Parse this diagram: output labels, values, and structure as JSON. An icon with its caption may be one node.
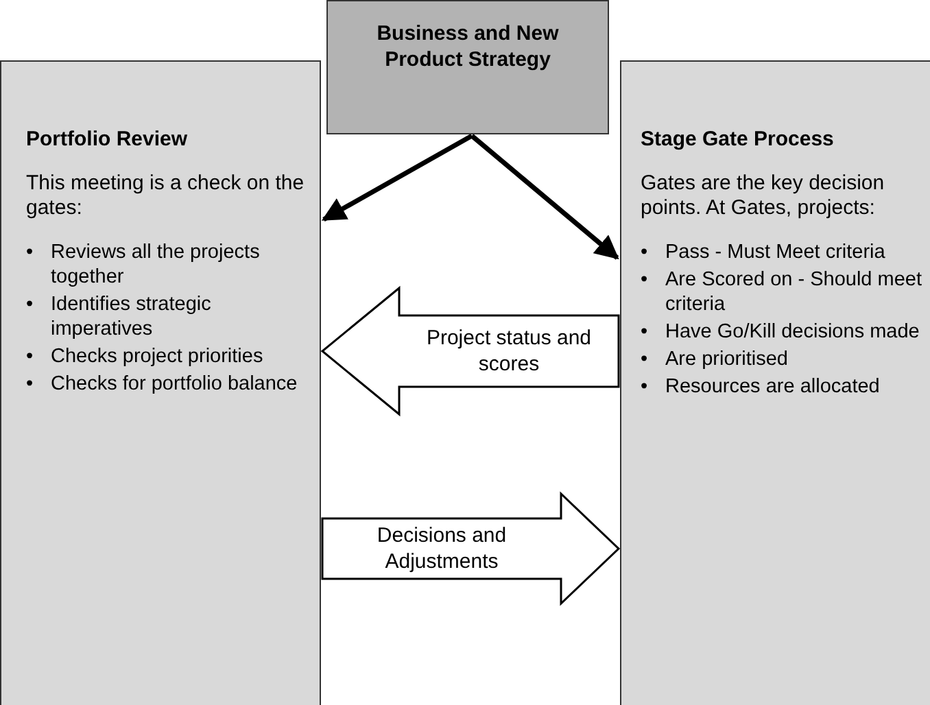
{
  "diagram": {
    "nodes": [
      {
        "text": [
          "Business and New Product Strategy"
        ]
      },
      {
        "text": [
          "Portfolio Review",
          "This meeting is a check on the gates:",
          "• Reviews all the projects together",
          "• Identifies strategic imperatives",
          "• Checks project priorities",
          "• Checks for portfolio balance"
        ]
      },
      {
        "text": [
          "Stage Gate Process",
          "Gates are the key decision points. At Gates, projects:",
          "• Pass - Must Meet criteria",
          "• Are Scored on - Should meet criteria",
          "• Have Go/Kill decisions made",
          "• Are prioritised",
          "• Resources are allocated"
        ]
      }
    ],
    "edges": [
      {
        "from": 0,
        "to": 1,
        "arrow": "to"
      },
      {
        "from": 0,
        "to": 2,
        "arrow": "to"
      },
      {
        "from": 2,
        "to": 1,
        "arrow": "to",
        "label": "Project status and scores"
      },
      {
        "from": 1,
        "to": 2,
        "arrow": "to",
        "label": "Decisions and Adjustments"
      }
    ]
  }
}
